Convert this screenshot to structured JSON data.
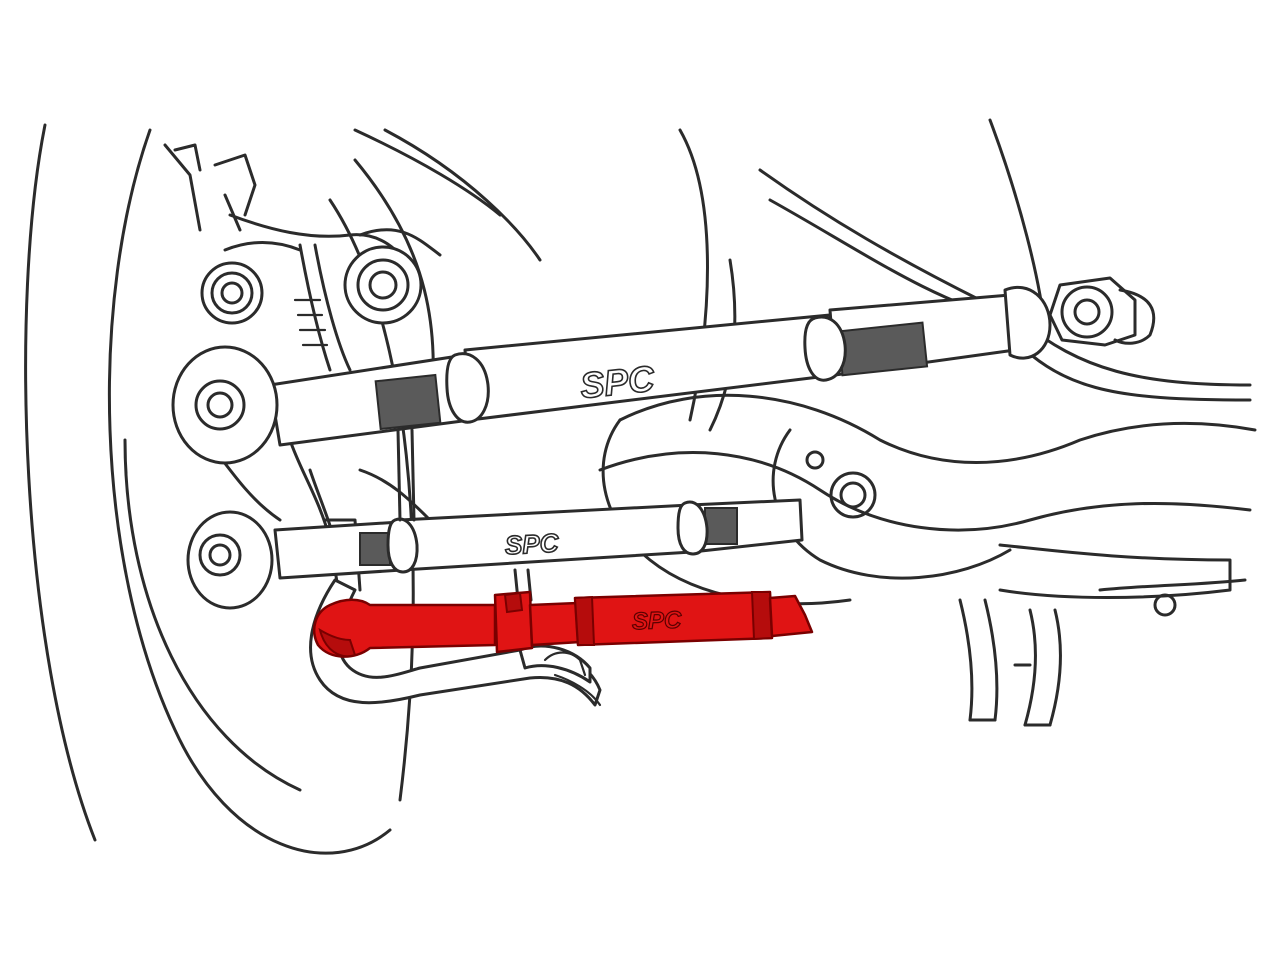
{
  "diagram": {
    "logo_upper_arm": "SPC",
    "logo_middle_arm": "SPC",
    "logo_lower_arm": "SPC",
    "highlight_color": "#e01414",
    "line_color": "#2b2b2b",
    "background_color": "#ffffff",
    "highlighted_part": "lower-adjustable-arm"
  }
}
